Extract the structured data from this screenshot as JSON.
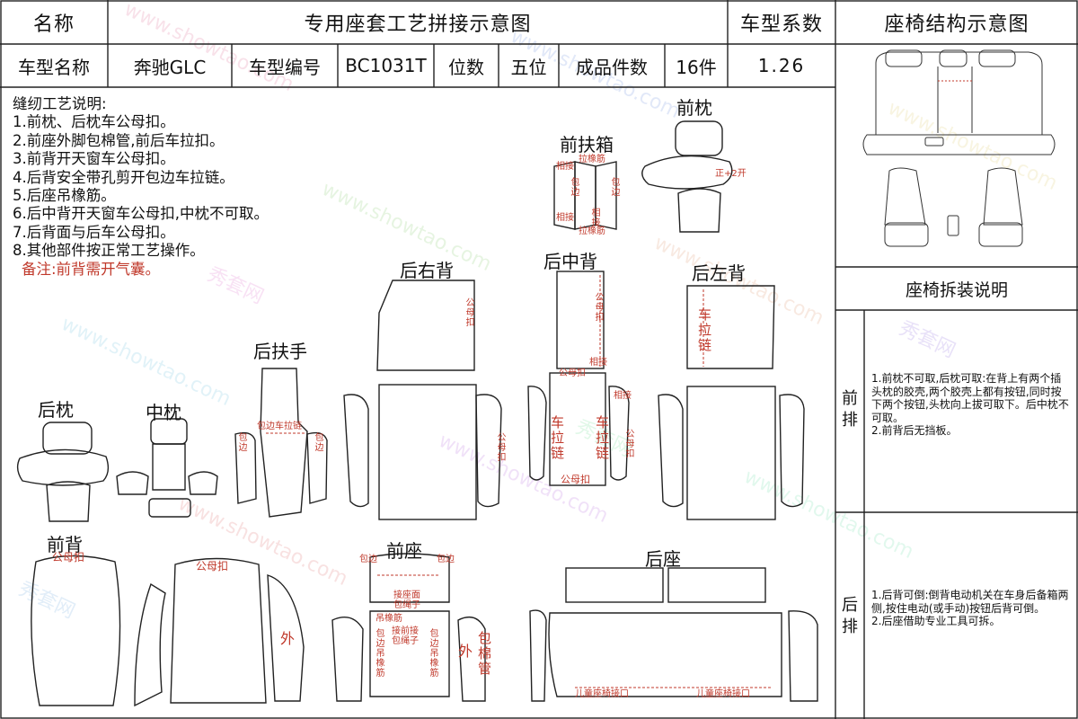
{
  "header": {
    "name_label": "名称",
    "title": "专用座套工艺拼接示意图",
    "coef_label": "车型系数",
    "struct_title": "座椅结构示意图",
    "model_name_label": "车型名称",
    "model_name": "奔驰GLC",
    "model_no_label": "车型编号",
    "model_no": "BC1031T",
    "seats_label": "位数",
    "seats": "五位",
    "pieces_label": "成品件数",
    "pieces": "16件",
    "coef": "1.26"
  },
  "notes": {
    "title": "缝纫工艺说明:",
    "items": [
      "1.前枕、后枕车公母扣。",
      "2.前座外脚包棉管,前后车拉扣。",
      "3.前背开天窗车公母扣。",
      "4.后背安全带孔剪开包边车拉链。",
      "5.后座吊橡筋。",
      "6.后中背开天窗车公母扣,中枕不可取。",
      "7.后背面与后车公母扣。",
      "8.其他部件按正常工艺操作。"
    ],
    "remark": "备注:前背需开气囊。"
  },
  "parts": {
    "front_headrest": "前枕",
    "front_armbox": "前扶箱",
    "rear_right_back": "后右背",
    "rear_mid_back": "后中背",
    "rear_left_back": "后左背",
    "rear_armrest": "后扶手",
    "rear_headrest": "后枕",
    "mid_headrest": "中枕",
    "front_back": "前背",
    "front_seat": "前座",
    "rear_seat": "后座"
  },
  "labels": {
    "zheng_kai": "正+2开",
    "xiangjie_1": "相接",
    "xiangjie_2": "相接",
    "la_xiangjin": "拉橡筋",
    "bao_bian_1": "包边",
    "bao_bian_2": "包边",
    "la_xiangjin_2": "拉橡筋",
    "xiangjie_3": "相接",
    "gongmukou_rr": "公母扣",
    "gongmukou_rr2": "公母扣",
    "gongmukou_mid": "公母扣",
    "jie_mid": "相接",
    "gongmukou_mid2": "公母扣",
    "xiangjie_mid": "相接",
    "chelalian_l": "车拉链",
    "chelalian_m1": "车拉链",
    "chelalian_m2": "车拉链",
    "gongmukou_mid3": "公母扣",
    "gongmukou_mid_bottom": "公母扣",
    "baobian_chelatie": "包边车拉链",
    "baobian_arm_l": "包边",
    "baobian_arm_r": "包边",
    "gongmukou_fb1": "公母扣",
    "gongmukou_fb2": "公母扣",
    "wai_fb": "外",
    "baobian_fs1": "包边",
    "baobian_fs2": "包边",
    "jie_zuomian": "接座面",
    "bao_shengzi": "包绳子",
    "diao_xiangjin": "吊橡筋",
    "jie_qianjie": "接前接",
    "bao_shengzi2": "包绳子",
    "baobian_diao_l": "包边吊橡筋",
    "baobian_diao_r": "包边吊橡筋",
    "wai_fs": "外",
    "bao_mianguan": "包棉管",
    "ertong_1": "儿童座椅接口",
    "ertong_2": "儿童座椅接口"
  },
  "side": {
    "disassembly_title": "座椅拆装说明",
    "front_row_label": "前排",
    "front_row_text": "1.前枕不可取,后枕可取:在背上有两个插头枕的胶壳,两个胶壳上都有按钮,同时按下两个按钮,头枕向上拔可取下。后中枕不可取。\n2.前背后无挡板。",
    "rear_row_label": "后排",
    "rear_row_text": "1.后背可倒:倒背电动机关在车身后备箱两侧,按住电动(或手动)按钮后背可倒。\n2.后座借助专业工具可拆。"
  },
  "watermark": {
    "site": "www.showtao.com",
    "brand": "秀套网"
  },
  "colors": {
    "line": "#222222",
    "accent": "#c0392b"
  }
}
